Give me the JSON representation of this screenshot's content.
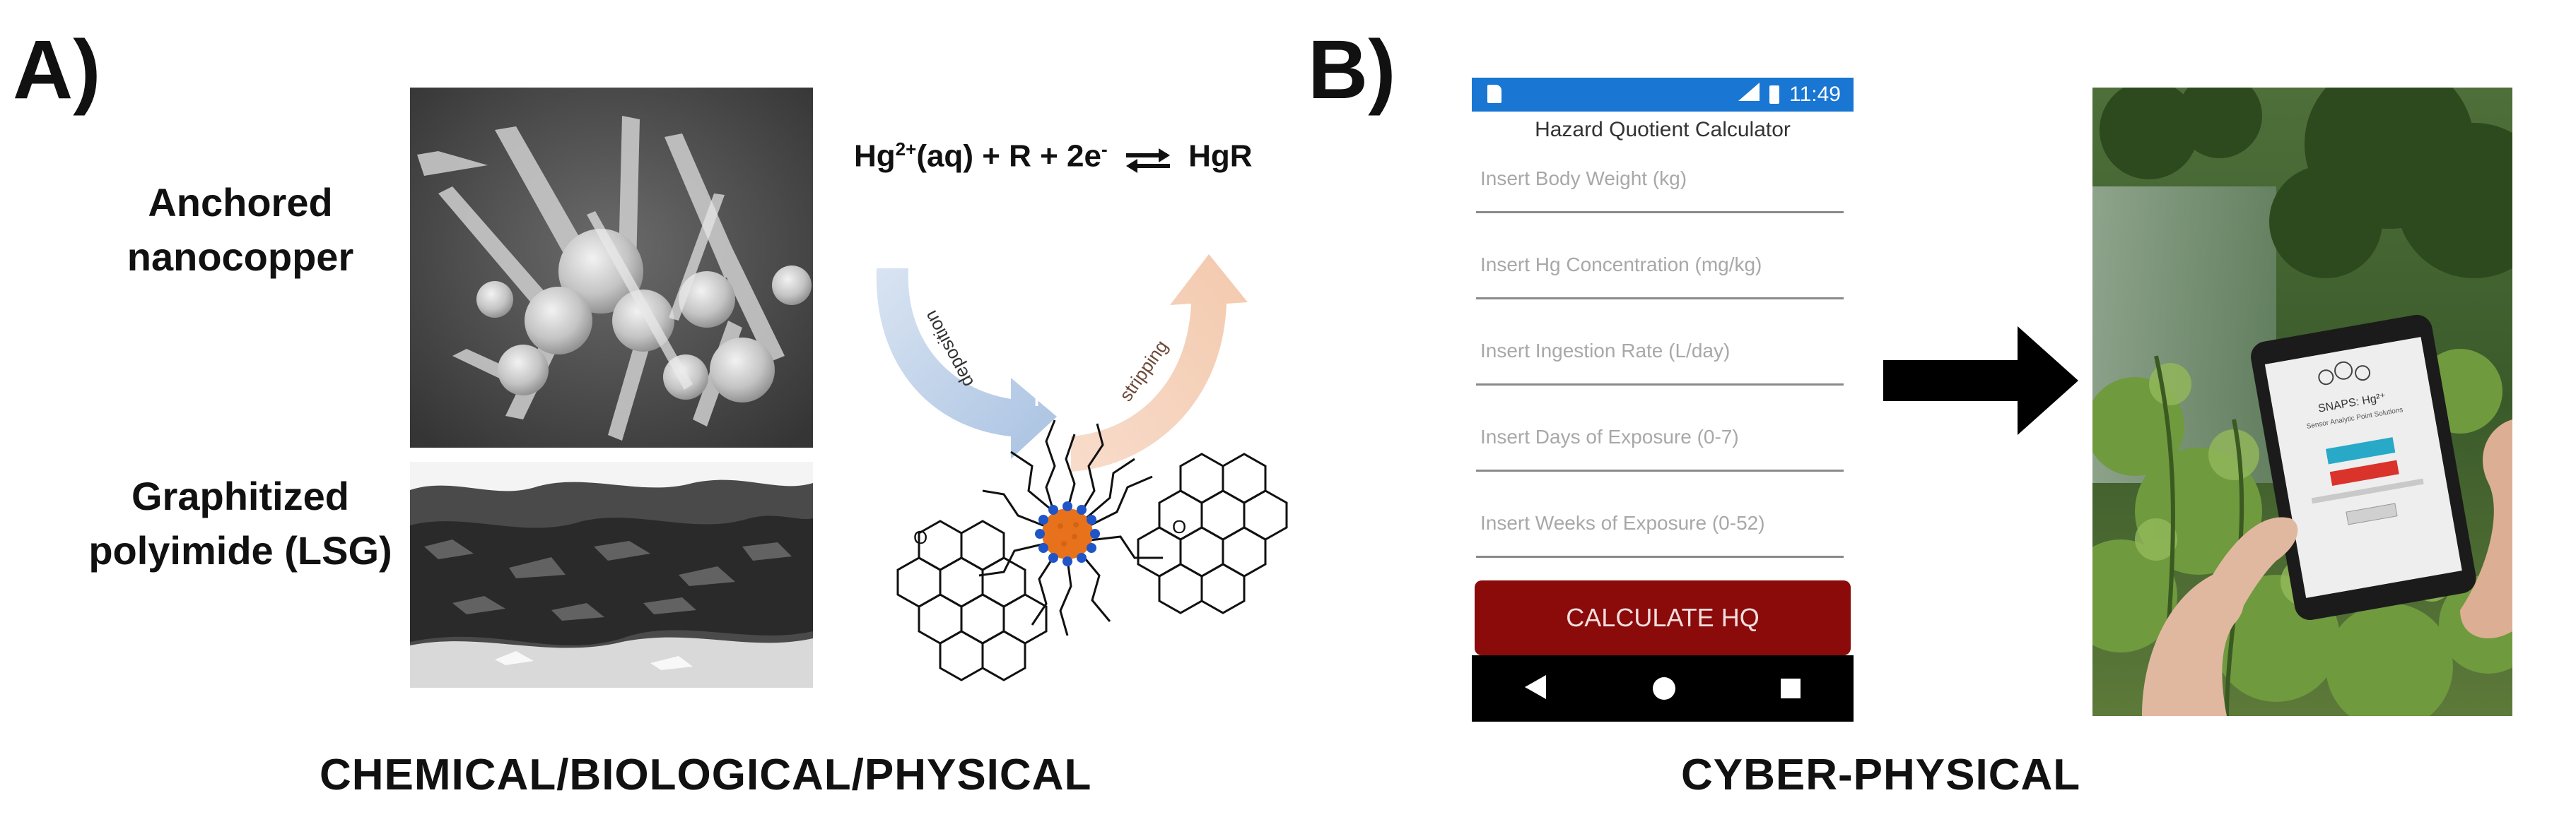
{
  "panel_a": {
    "letter": "A)",
    "label_top": [
      "Anchored",
      "nanocopper"
    ],
    "label_bottom": [
      "Graphitized",
      "polyimide (LSG)"
    ],
    "equation": {
      "hg": "Hg",
      "charge": "2+",
      "rest": "(aq) + R + 2e",
      "e_sup": "-",
      "product": "HgR"
    },
    "arrow_left_label": "deposition",
    "arrow_right_label": "stripping",
    "ion_label": "Hg2+",
    "caption": "CHEMICAL/BIOLOGICAL/PHYSICAL"
  },
  "panel_b": {
    "letter": "B)",
    "caption": "CYBER-PHYSICAL",
    "phone": {
      "time": "11:49",
      "title": "Hazard Quotient Calculator",
      "fields": [
        "Insert Body Weight (kg)",
        "Insert Hg Concentration (mg/kg)",
        "Insert Ingestion Rate (L/day)",
        "Insert Days of Exposure (0-7)",
        "Insert Weeks of Exposure (0-52)"
      ],
      "button": "CALCULATE HQ"
    },
    "tablet": {
      "app_name": "SNAPS: Hg²⁺",
      "subtitle": "Sensor Analytic Point Solutions"
    }
  },
  "colors": {
    "status_bar": "#1976d2",
    "calc_button": "#8b0a0a",
    "deposition_arrow": "#b9cde6",
    "stripping_arrow": "#f6d3bd",
    "nanoparticle_core": "#e8721c",
    "nanoparticle_shell": "#2055c8"
  },
  "icons": [
    "sim-card-icon",
    "signal-icon",
    "battery-icon",
    "back-icon",
    "home-icon",
    "recents-icon",
    "right-arrow-icon"
  ]
}
